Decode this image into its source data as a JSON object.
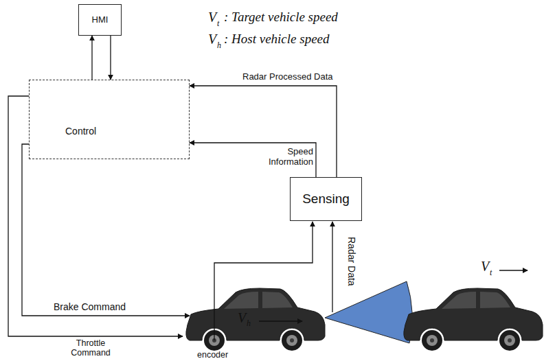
{
  "diagram": {
    "nodes": [
      {
        "text": [
          "HMI"
        ]
      },
      {
        "text": [
          "Control"
        ]
      },
      {
        "text": [
          "Sensing"
        ]
      }
    ],
    "edges": [
      {
        "from": 1,
        "to": 0,
        "arrow": "to"
      },
      {
        "from": 0,
        "to": 1,
        "arrow": "to"
      },
      {
        "from": 2,
        "to": 1,
        "label": "Speed Information",
        "arrow": "to"
      },
      {
        "from": 2,
        "to": 1,
        "label": "Radar Processed Data",
        "arrow": "to"
      }
    ],
    "labels": [
      "V",
      "t",
      ": Target vehicle speed",
      "V",
      "h",
      ": Host vehicle speed",
      "Brake Command",
      "Throttle Command",
      "Radar Data",
      "encoder",
      "V",
      "h",
      "V",
      "t"
    ]
  }
}
